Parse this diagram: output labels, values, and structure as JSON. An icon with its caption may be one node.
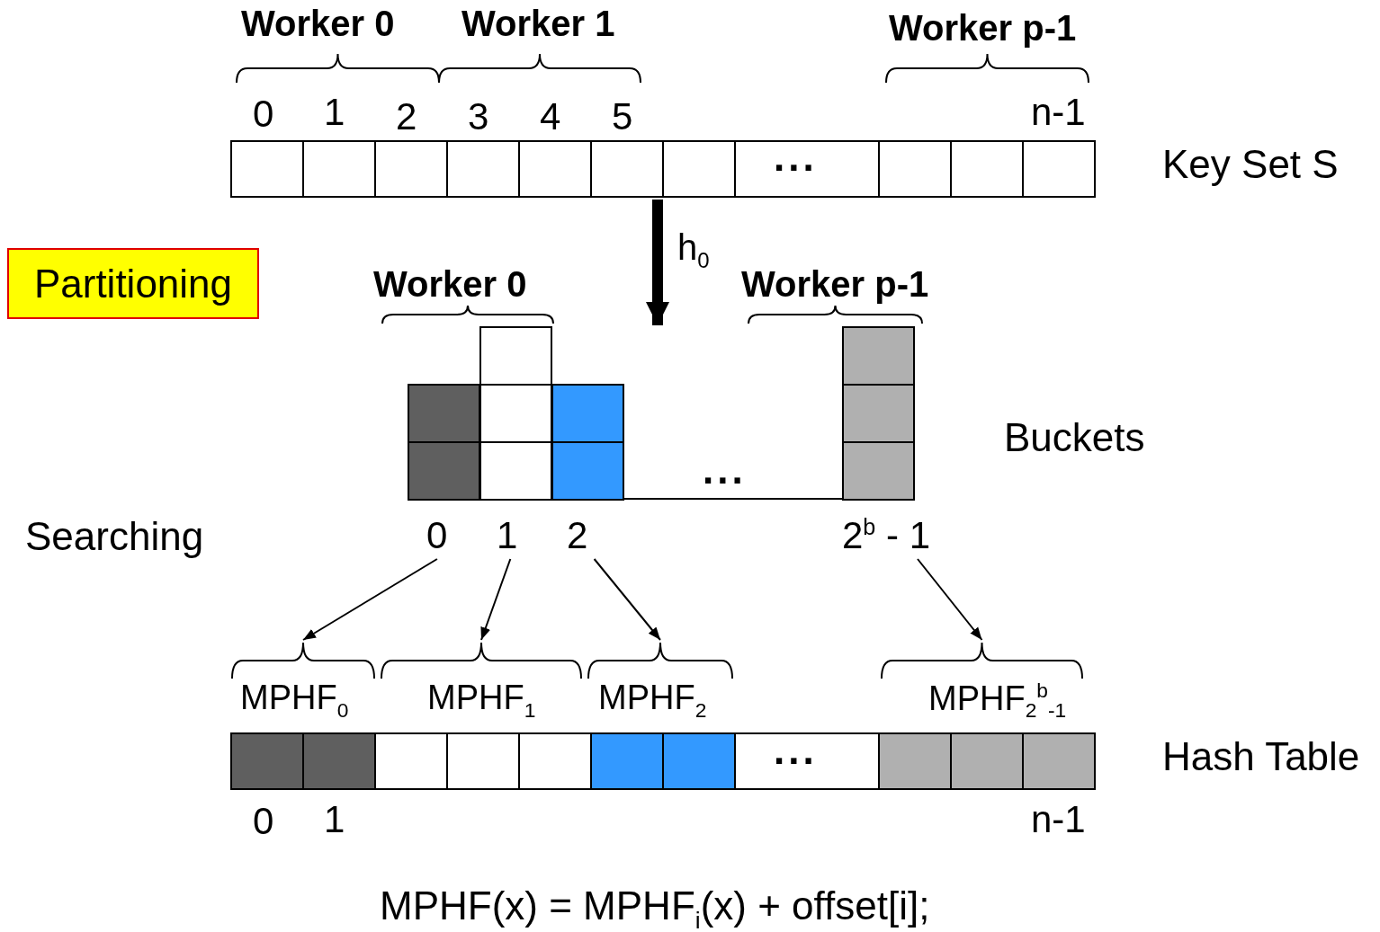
{
  "diagram": {
    "nodes": [
      {
        "text": [
          "Partitioning"
        ]
      },
      {
        "text": [],
        "shape": "bar",
        "beside": [
          "Key Set S"
        ]
      },
      {
        "text": [],
        "shape": "bar",
        "beside": [
          "Buckets"
        ]
      },
      {
        "text": [
          "0"
        ]
      },
      {
        "text": [
          "1"
        ]
      },
      {
        "text": [
          "2"
        ]
      },
      {
        "text": [
          "2$^{b}$ - 1"
        ]
      },
      {
        "text": [
          "MPHF$_{0}$"
        ]
      },
      {
        "text": [
          "MPHF$_{1}$"
        ]
      },
      {
        "text": [
          "MPHF$_{2}$"
        ]
      },
      {
        "text": [
          "MPHF$_{2}$$^{b}$$_{-1}$"
        ]
      },
      {
        "text": [],
        "shape": "bar",
        "beside": [
          "Hash Table"
        ]
      }
    ],
    "edges": [
      {
        "from": 1,
        "to": 2,
        "arrow": "to",
        "style": "thick",
        "label": "h$_{0}$"
      },
      {
        "from": 3,
        "to": 7,
        "arrow": "to"
      },
      {
        "from": 4,
        "to": 8,
        "arrow": "to"
      },
      {
        "from": 5,
        "to": 9,
        "arrow": "to"
      },
      {
        "from": 6,
        "to": 10,
        "arrow": "to"
      }
    ],
    "labels": [
      "Worker 0",
      "Worker 1",
      "Worker p-1",
      "0",
      "1",
      "2",
      "3",
      "4",
      "5",
      "n-1",
      "...",
      "Worker 0",
      "Worker p-1",
      "...",
      "Searching",
      "...",
      "0",
      "1",
      "n-1",
      "MPHF(x) = MPHF$_{i}$(x) + offset[i];"
    ]
  }
}
